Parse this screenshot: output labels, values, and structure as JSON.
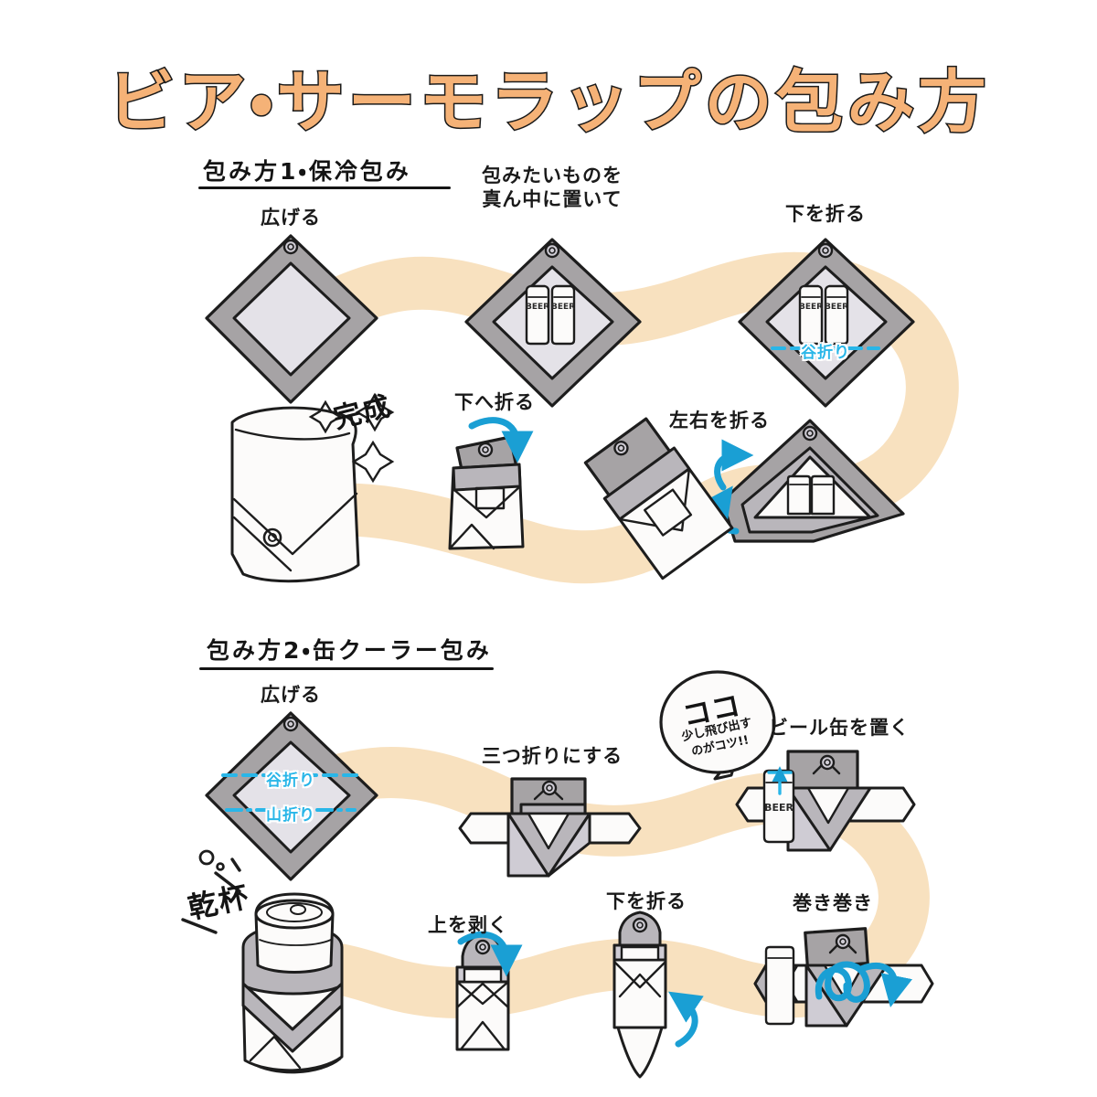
{
  "page": {
    "title": "ビア・サーモラップの包み方",
    "background": "#ffffff",
    "accent_title": "#f5b277",
    "accent_arrow": "#1a9fd4",
    "accent_fold": "#29b6e8",
    "ribbon": "#f8dfbc",
    "wrap_outer": "#a6a3a5",
    "wrap_inner": "#e4e2e8",
    "ink": "#141414"
  },
  "sections": [
    {
      "id": "section-1",
      "heading": "包み方1・保冷包み",
      "steps": [
        {
          "id": "s1-spread",
          "label": "広げる"
        },
        {
          "id": "s1-place",
          "label": "包みたいものを\n真ん中に置いて"
        },
        {
          "id": "s1-fold-bottom",
          "label": "下を折る"
        },
        {
          "id": "s1-fold-down",
          "label": "下へ折る"
        },
        {
          "id": "s1-fold-sides",
          "label": "左右を折る"
        },
        {
          "id": "s1-done",
          "label": "完成"
        }
      ],
      "fold_lines": [
        {
          "id": "s1-valley",
          "label": "谷折り",
          "kind": "valley"
        }
      ]
    },
    {
      "id": "section-2",
      "heading": "包み方2・缶クーラー包み",
      "steps": [
        {
          "id": "s2-spread",
          "label": "広げる"
        },
        {
          "id": "s2-trifold",
          "label": "三つ折りにする"
        },
        {
          "id": "s2-place-can",
          "label": "ビール缶を置く"
        },
        {
          "id": "s2-peel-top",
          "label": "上を剥く"
        },
        {
          "id": "s2-fold-bottom",
          "label": "下を折る"
        },
        {
          "id": "s2-roll",
          "label": "巻き巻き"
        },
        {
          "id": "s2-cheers",
          "label": "乾杯"
        }
      ],
      "fold_lines": [
        {
          "id": "s2-valley",
          "label": "谷折り",
          "kind": "valley"
        },
        {
          "id": "s2-mountain",
          "label": "山折り",
          "kind": "mountain"
        }
      ],
      "callout": {
        "id": "tip-bubble",
        "headline": "ココ",
        "detail": "少し飛び出す\nのがコツ!!"
      }
    }
  ],
  "can_labels": {
    "beer": "BEER"
  }
}
